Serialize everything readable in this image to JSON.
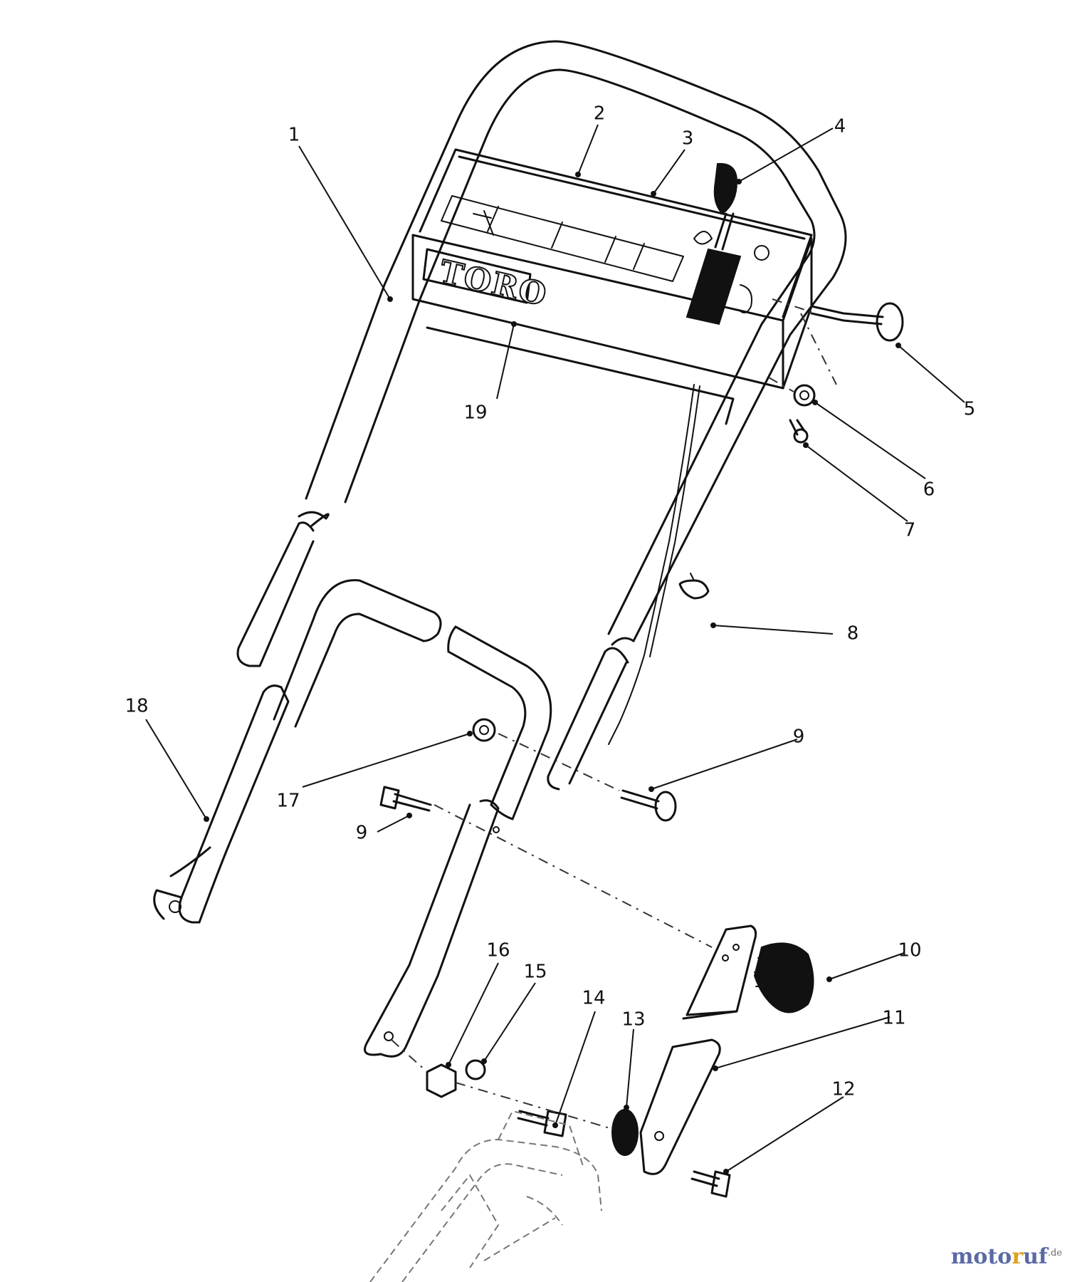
{
  "diagram": {
    "logo_text": "TORO",
    "callouts": [
      "1",
      "2",
      "3",
      "4",
      "5",
      "6",
      "7",
      "8",
      "9",
      "10",
      "11",
      "12",
      "13",
      "14",
      "15",
      "16",
      "17",
      "18",
      "19",
      "9"
    ]
  },
  "watermark": {
    "part1": "moto",
    "part2": "r",
    "part3": "uf",
    "tld": ".de"
  },
  "colors": {
    "watermark_blue": "#5a6aa6",
    "watermark_orange": "#e0a020"
  }
}
